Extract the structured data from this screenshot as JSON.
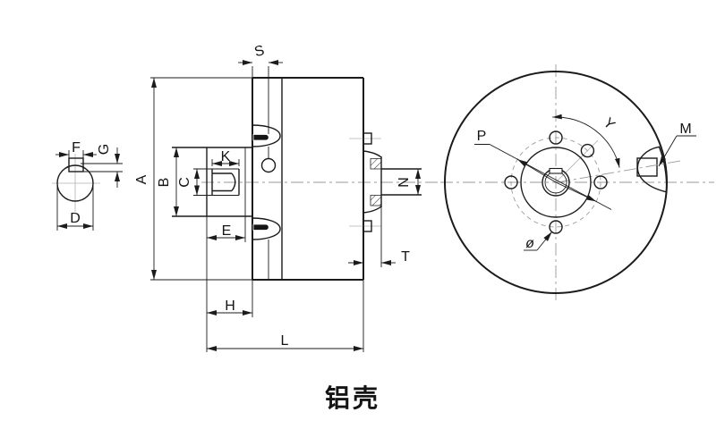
{
  "caption": "铝壳",
  "labels": {
    "A": "A",
    "B": "B",
    "C": "C",
    "D": "D",
    "E": "E",
    "F": "F",
    "G": "G",
    "H": "H",
    "K": "K",
    "L": "L",
    "S": "S",
    "N": "N",
    "T": "T",
    "P": "P",
    "Y": "Y",
    "M": "M",
    "diameter": "ø"
  },
  "colors": {
    "line": "#1b1b1b",
    "centerline": "#9a9a9a"
  }
}
